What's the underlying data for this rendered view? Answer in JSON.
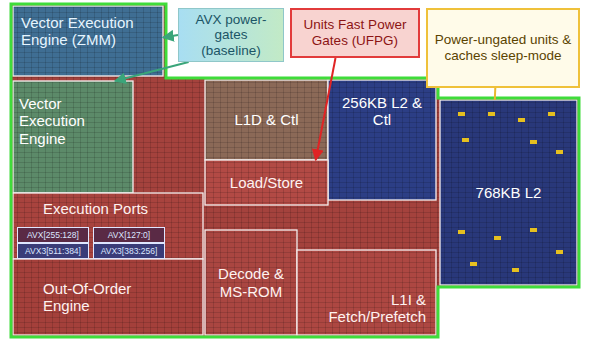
{
  "diagram": {
    "nodes": [
      {
        "text": [
          "Vector Execution Engine (ZMM)"
        ]
      },
      {
        "text": [
          "AVX power-gates (baseline)"
        ]
      },
      {
        "text": [
          "Units Fast Power Gates (UFPG)"
        ]
      },
      {
        "text": [
          "Power-ungated units & caches sleep-mode"
        ]
      },
      {
        "text": [
          "Vector Execution Engine"
        ]
      },
      {
        "text": [
          "L1D & Ctl"
        ]
      },
      {
        "text": [
          "256KB L2 & Ctl"
        ]
      },
      {
        "text": [
          "768KB L2"
        ]
      },
      {
        "text": [
          "Load/Store"
        ]
      },
      {
        "text": [
          "Execution Ports"
        ]
      },
      {
        "text": [
          "AVX[255:128]"
        ],
        "in": 9
      },
      {
        "text": [
          "AVX[127:0]"
        ],
        "in": 9
      },
      {
        "text": [
          "AVX3[511:384]"
        ],
        "in": 9
      },
      {
        "text": [
          "AVX3[383:256]"
        ],
        "in": 9
      },
      {
        "text": [
          "Out-Of-Order Engine"
        ]
      },
      {
        "text": [
          "Decode & MS-ROM"
        ]
      },
      {
        "text": [
          "L1I & Fetch/Prefetch"
        ]
      }
    ],
    "edges": [
      {
        "from": 1,
        "to": 0,
        "arrow": "to"
      },
      {
        "from": 1,
        "to": 4,
        "arrow": "to"
      },
      {
        "from": 2,
        "to": 8,
        "arrow": "to"
      },
      {
        "from": 3,
        "to": 7,
        "arrow": "none"
      }
    ]
  }
}
